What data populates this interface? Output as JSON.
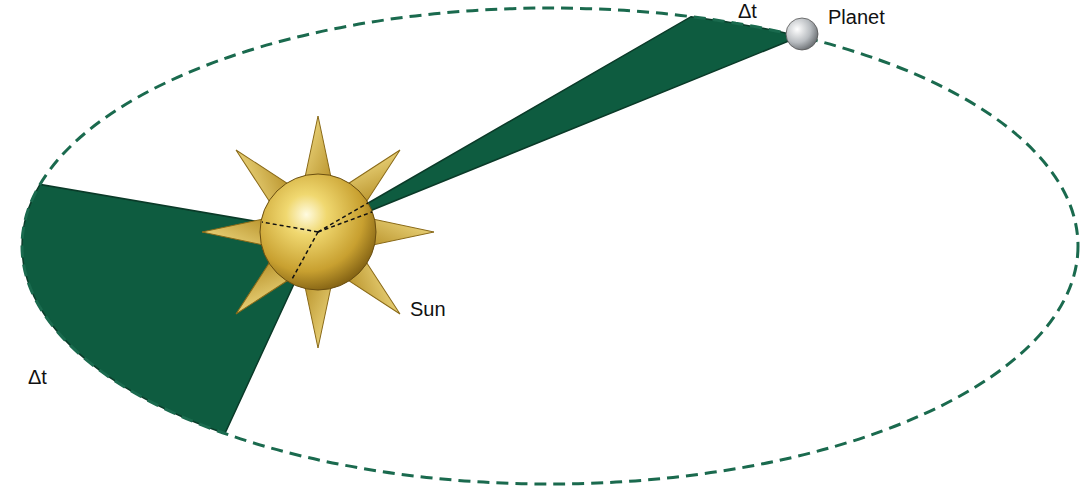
{
  "diagram": {
    "labels": [
      "Δt",
      "Planet",
      "Sun",
      "Δt"
    ]
  }
}
